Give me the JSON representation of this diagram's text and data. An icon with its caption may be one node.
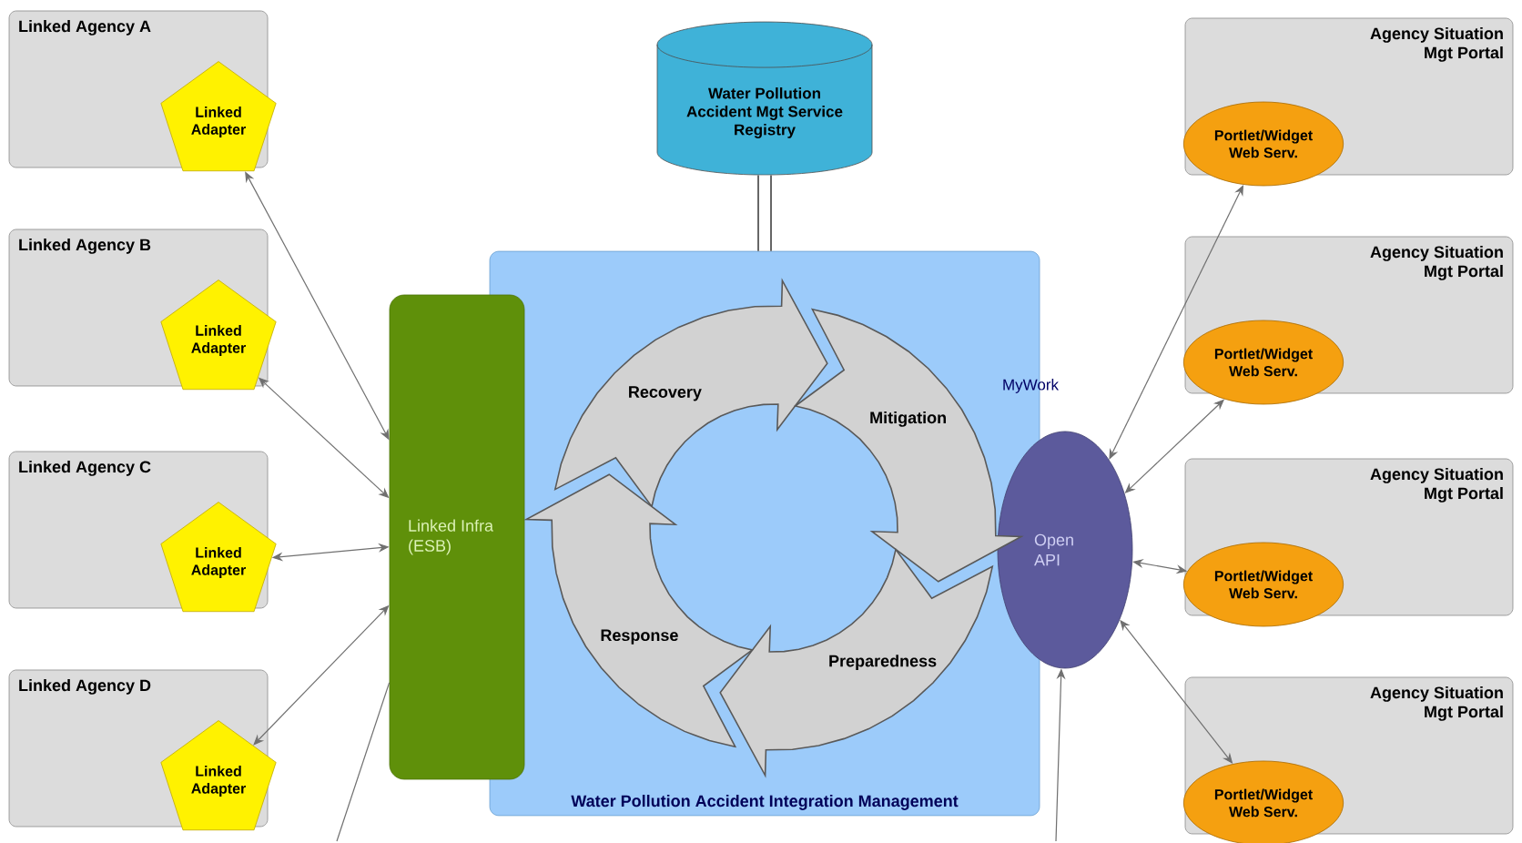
{
  "diagram": {
    "nodes": [
      {
        "text": [
          "Linked Agency A"
        ]
      },
      {
        "text": [
          "Linked Adapter"
        ],
        "in": 0
      },
      {
        "text": [
          "Linked Agency B"
        ]
      },
      {
        "text": [
          "Linked Adapter"
        ],
        "in": 2
      },
      {
        "text": [
          "Linked Agency C"
        ]
      },
      {
        "text": [
          "Linked Adapter"
        ],
        "in": 4
      },
      {
        "text": [
          "Linked Agency D"
        ]
      },
      {
        "text": [
          "Linked Adapter"
        ],
        "in": 6
      },
      {
        "text": [
          "Water Pollution Accident Mgt Service Registry"
        ]
      },
      {
        "text": [
          "Water Pollution Accident Integration Management"
        ]
      },
      {
        "text": [
          "Linked Infra (ESB)"
        ]
      },
      {
        "text": [
          "Recovery"
        ],
        "in": 9
      },
      {
        "text": [
          "Mitigation"
        ],
        "in": 9
      },
      {
        "text": [
          "Preparedness"
        ],
        "in": 9
      },
      {
        "text": [
          "Response"
        ],
        "in": 9
      },
      {
        "text": [
          "Open API"
        ]
      },
      {
        "text": [
          "Agency Situation Mgt Portal"
        ]
      },
      {
        "text": [
          "Portlet/Widget Web Serv."
        ],
        "in": 16
      },
      {
        "text": [
          "Agency Situation Mgt Portal"
        ]
      },
      {
        "text": [
          "Portlet/Widget Web Serv."
        ],
        "in": 18
      },
      {
        "text": [
          "Agency Situation Mgt Portal"
        ]
      },
      {
        "text": [
          "Portlet/Widget Web Serv."
        ],
        "in": 20
      },
      {
        "text": [
          "Agency Situation Mgt Portal"
        ]
      },
      {
        "text": [
          "Portlet/Widget Web Serv."
        ],
        "in": 22
      }
    ],
    "edges": [
      {
        "from": 1,
        "to": 10,
        "arrow": "both"
      },
      {
        "from": 3,
        "to": 10,
        "arrow": "both"
      },
      {
        "from": 5,
        "to": 10,
        "arrow": "both"
      },
      {
        "from": 7,
        "to": 10,
        "arrow": "both"
      },
      {
        "from": 10,
        "to": null,
        "arrow": "none"
      },
      {
        "from": 8,
        "to": 9,
        "arrow": "none",
        "style": "thick"
      },
      {
        "from": 17,
        "to": 15,
        "arrow": "both"
      },
      {
        "from": 19,
        "to": 15,
        "arrow": "both"
      },
      {
        "from": 21,
        "to": 15,
        "arrow": "both"
      },
      {
        "from": 23,
        "to": 15,
        "arrow": "both"
      },
      {
        "from": null,
        "to": 15,
        "arrow": "to"
      }
    ],
    "labels": [
      "MyWork"
    ]
  }
}
